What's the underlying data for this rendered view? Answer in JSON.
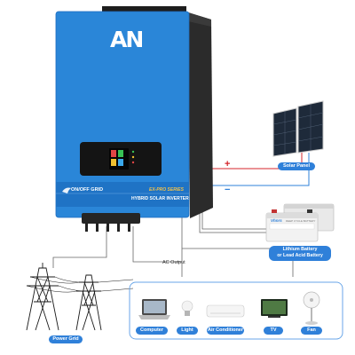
{
  "inverter": {
    "logo": "AN",
    "mode_label": "ON/OFF GRID",
    "series_label": "EX-PRO SERIES",
    "product_name": "HYBRID SOLAR INVERTER",
    "body_color": "#2a86d8",
    "side_color": "#2b2b2b"
  },
  "labels": {
    "solar_panel": "Solar Panel",
    "battery_line1": "Lithium Battery",
    "battery_line2": "or Lead Acid Battery",
    "power_grid": "Power Grid",
    "ac_output": "AC Output",
    "plus": "+",
    "minus": "−",
    "battery_brand": "Vhnrs",
    "battery_text": "DEEP CYCLE BATTERY"
  },
  "appliances": [
    {
      "label": "Computer",
      "icon": "laptop-icon"
    },
    {
      "label": "Light",
      "icon": "bulb-icon"
    },
    {
      "label": "Air Conditioner",
      "icon": "air-conditioner-icon"
    },
    {
      "label": "TV",
      "icon": "tv-icon"
    },
    {
      "label": "Fan",
      "icon": "fan-icon"
    }
  ],
  "colors": {
    "accent": "#2f80d9",
    "positive": "#d4262b",
    "negative": "#2f80d9",
    "wire": "#555555"
  }
}
